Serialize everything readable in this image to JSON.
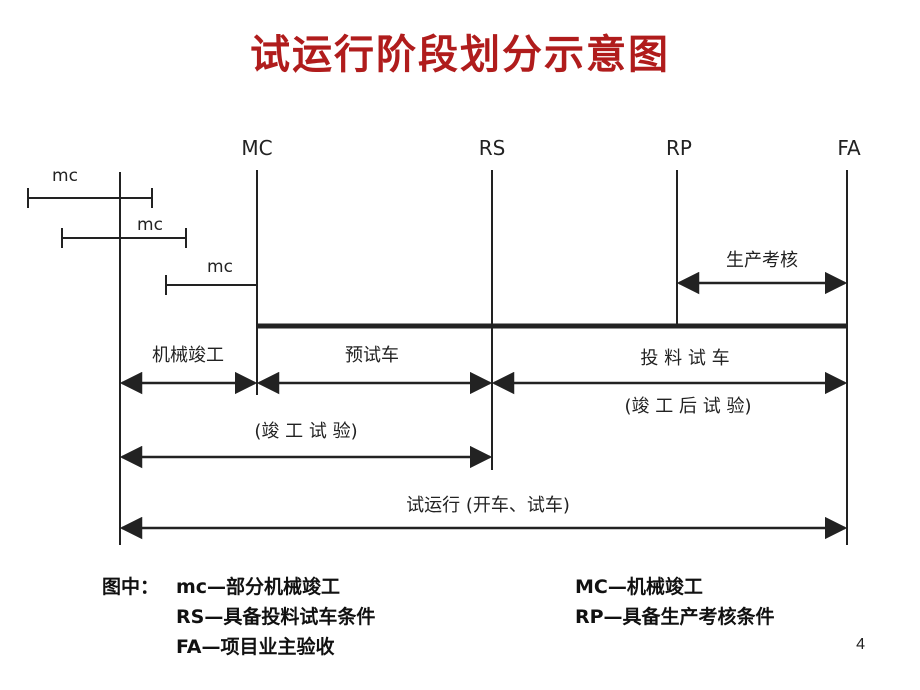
{
  "title": "试运行阶段划分示意图",
  "milestones": {
    "mc": "MC",
    "rs": "RS",
    "rp": "RP",
    "fa": "FA"
  },
  "sub_mc": [
    "mc",
    "mc",
    "mc"
  ],
  "spans": {
    "production_assessment": "生产考核",
    "mechanical_completion": "机械竣工",
    "pre_commissioning": "预试车",
    "feed_commissioning": "投 料 试 车",
    "post_completion_test": "(竣 工 后 试 验)",
    "completion_test": "(竣 工 试 验)",
    "trial_operation": "试运行 (开车、试车)"
  },
  "legend": {
    "prefix": "图中：",
    "mc_def": "mc—部分机械竣工",
    "MC_def": "MC—机械竣工",
    "RS_def": "RS—具备投料试车条件",
    "RP_def": "RP—具备生产考核条件",
    "FA_def": "FA—项目业主验收"
  },
  "page_number": "4",
  "colors": {
    "title": "#b01c1c",
    "lines": "#222222"
  }
}
